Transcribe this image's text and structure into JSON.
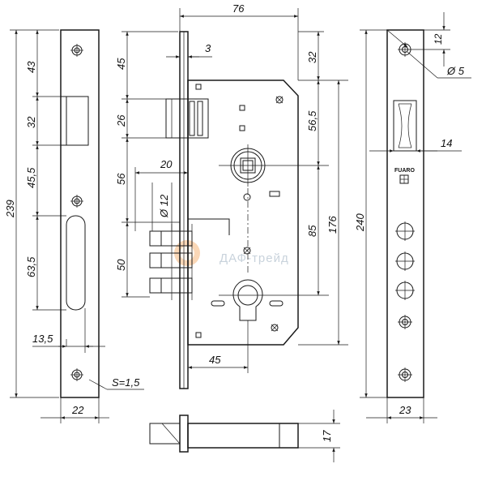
{
  "dimensions": {
    "left_plate": {
      "total_height": "239",
      "top_to_latch": "43",
      "latch_height": "32",
      "latch_to_mid_screw": "45,5",
      "slot_height": "63,5",
      "slot_offset": "13,5",
      "width": "22",
      "thickness": "S=1,5"
    },
    "body": {
      "width": "76",
      "faceplate_gap": "3",
      "top_offset": "45",
      "latch_height": "26",
      "latch_to_spindle": "56",
      "spindle_offset": "20",
      "spindle_diameter": "Ø 12",
      "bolt_span": "50",
      "top_right": "32",
      "latch_right": "56,5",
      "spindle_to_cylinder": "85",
      "body_height": "176",
      "backset": "45",
      "bottom_thickness": "17"
    },
    "strike_plate": {
      "top_hole_offset": "12",
      "hole_diameter": "Ø 5",
      "opening_width": "14",
      "height": "240",
      "width": "23"
    }
  },
  "labels": {
    "brand_mark": "FUARO"
  },
  "watermark": {
    "text": "ДАФ-трейд"
  }
}
